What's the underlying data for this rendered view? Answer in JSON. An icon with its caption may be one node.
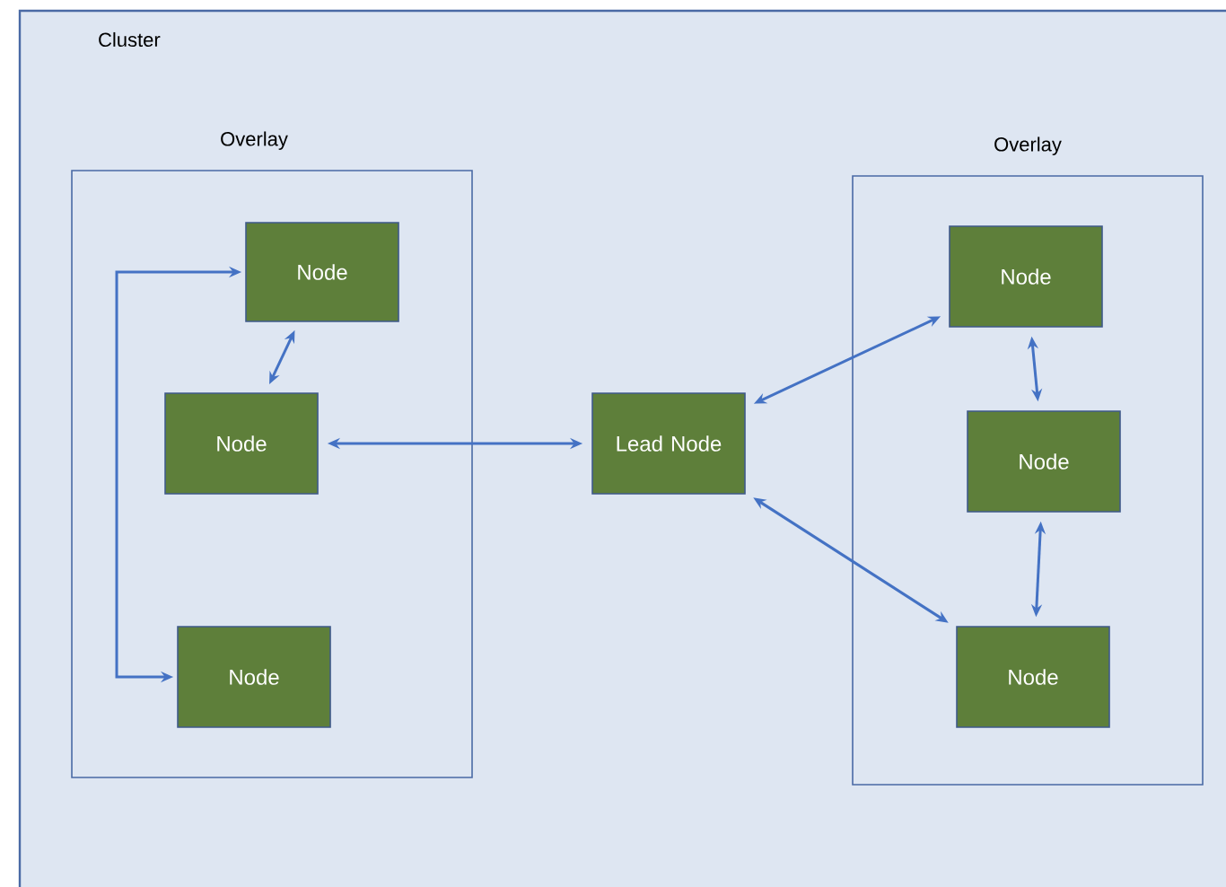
{
  "diagram": {
    "nodes": [
      {
        "text": [
          "Cluster"
        ]
      },
      {
        "text": [
          "Overlay"
        ],
        "in": 0
      },
      {
        "text": [
          "Node"
        ],
        "in": 1
      },
      {
        "text": [
          "Node"
        ],
        "in": 1
      },
      {
        "text": [
          "Node"
        ],
        "in": 1
      },
      {
        "text": [
          "Lead Node"
        ],
        "in": 0
      },
      {
        "text": [
          "Overlay"
        ],
        "in": 0
      },
      {
        "text": [
          "Node"
        ],
        "in": 6
      },
      {
        "text": [
          "Node"
        ],
        "in": 6
      },
      {
        "text": [
          "Node"
        ],
        "in": 6
      }
    ],
    "edges": [
      {
        "from": 2,
        "to": 4,
        "arrow": "both"
      },
      {
        "from": 2,
        "to": 3,
        "arrow": "both"
      },
      {
        "from": 3,
        "to": 5,
        "arrow": "both"
      },
      {
        "from": 5,
        "to": 7,
        "arrow": "both"
      },
      {
        "from": 7,
        "to": 8,
        "arrow": "both"
      },
      {
        "from": 8,
        "to": 9,
        "arrow": "both"
      },
      {
        "from": 5,
        "to": 9,
        "arrow": "both"
      }
    ]
  }
}
